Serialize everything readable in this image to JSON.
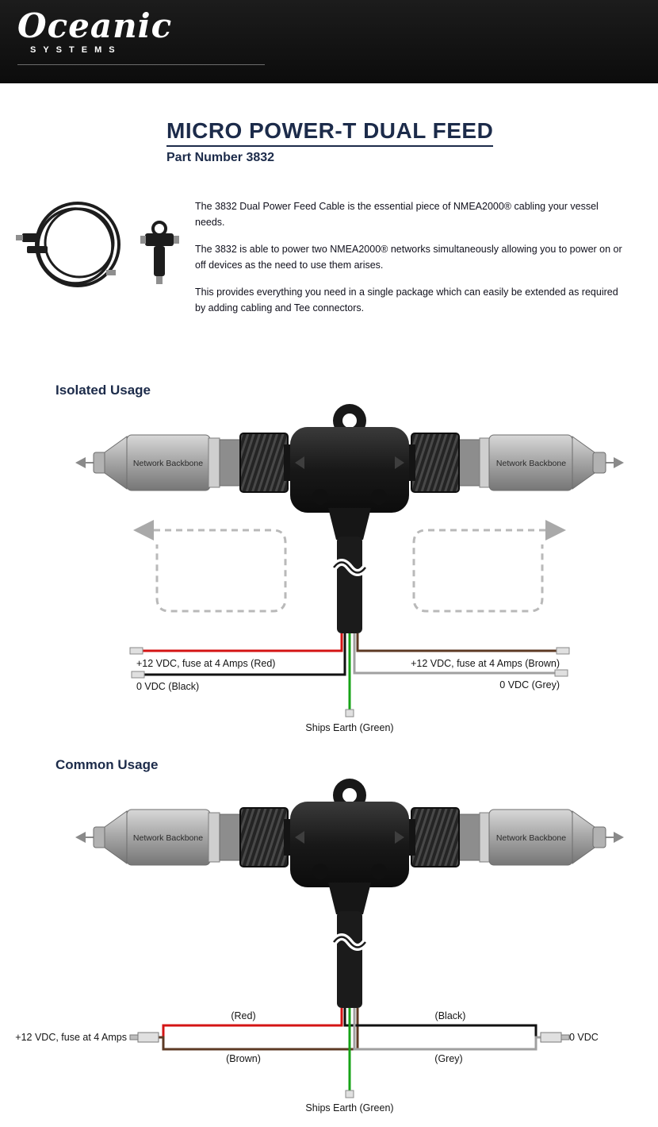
{
  "header": {
    "logo_primary": "Oceanic",
    "logo_secondary": "SYSTEMS"
  },
  "title": {
    "main": "MICRO POWER-T DUAL FEED",
    "part": "Part Number 3832"
  },
  "intro": {
    "p1": "The 3832 Dual Power Feed Cable is the essential piece of NMEA2000® cabling your vessel needs.",
    "p2": "The 3832 is able to power two NMEA2000® networks simultaneously allowing you to power on or off devices as the need to use them arises.",
    "p3": "This provides everything you need in a single package which can easily be extended as required by adding cabling and Tee connectors."
  },
  "colors": {
    "navy": "#1c2b4a",
    "wire_red": "#d41414",
    "wire_black": "#111111",
    "wire_brown": "#5d3a24",
    "wire_grey": "#a0a0a0",
    "wire_green": "#17a317"
  },
  "isolated": {
    "heading": "Isolated Usage",
    "backbone_left": "Network Backbone",
    "backbone_right": "Network Backbone",
    "label_red": "+12 VDC, fuse at 4 Amps (Red)",
    "label_black": "0 VDC (Black)",
    "label_brown": "+12 VDC, fuse at 4 Amps (Brown)",
    "label_grey": "0 VDC (Grey)",
    "label_green": "Ships Earth (Green)"
  },
  "common": {
    "heading": "Common Usage",
    "backbone_left": "Network Backbone",
    "backbone_right": "Network Backbone",
    "label_red": "(Red)",
    "label_black": "(Black)",
    "label_brown": "(Brown)",
    "label_grey": "(Grey)",
    "label_left_terminal": "+12 VDC, fuse at 4 Amps",
    "label_right_terminal": "0 VDC",
    "label_green": "Ships Earth (Green)"
  }
}
